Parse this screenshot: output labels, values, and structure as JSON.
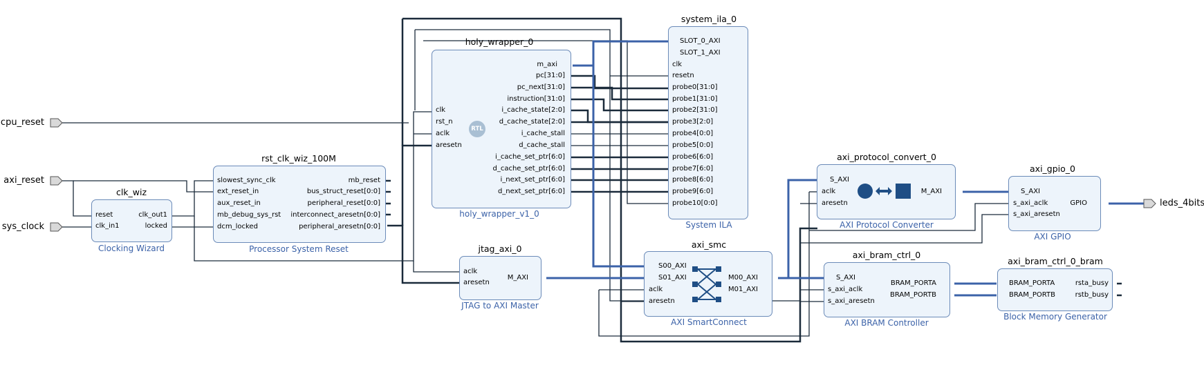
{
  "external_ports": {
    "cpu_reset": "cpu_reset",
    "axi_reset": "axi_reset",
    "sys_clock": "sys_clock",
    "leds_4bits": "leds_4bits"
  },
  "blocks": {
    "clk_wiz": {
      "name": "clk_wiz",
      "type": "Clocking Wizard",
      "in": [
        "reset",
        "clk_in1"
      ],
      "out": [
        "clk_out1",
        "locked"
      ]
    },
    "rst": {
      "name": "rst_clk_wiz_100M",
      "type": "Processor System Reset",
      "in": [
        "slowest_sync_clk",
        "ext_reset_in",
        "aux_reset_in",
        "mb_debug_sys_rst",
        "dcm_locked"
      ],
      "out": [
        "mb_reset",
        "bus_struct_reset[0:0]",
        "peripheral_reset[0:0]",
        "interconnect_aresetn[0:0]",
        "peripheral_aresetn[0:0]"
      ]
    },
    "holy": {
      "name": "holy_wrapper_0",
      "type": "holy_wrapper_v1_0",
      "badge": "RTL",
      "in": [
        "clk",
        "rst_n",
        "aclk",
        "aresetn"
      ],
      "out": [
        "m_axi",
        "pc[31:0]",
        "pc_next[31:0]",
        "instruction[31:0]",
        "i_cache_state[2:0]",
        "d_cache_state[2:0]",
        "i_cache_stall",
        "d_cache_stall",
        "i_cache_set_ptr[6:0]",
        "d_cache_set_ptr[6:0]",
        "i_next_set_ptr[6:0]",
        "d_next_set_ptr[6:0]"
      ]
    },
    "jtag": {
      "name": "jtag_axi_0",
      "type": "JTAG to AXI Master",
      "in": [
        "aclk",
        "aresetn"
      ],
      "out": [
        "M_AXI"
      ]
    },
    "ila": {
      "name": "system_ila_0",
      "type": "System ILA",
      "in": [
        "SLOT_0_AXI",
        "SLOT_1_AXI",
        "clk",
        "resetn",
        "probe0[31:0]",
        "probe1[31:0]",
        "probe2[31:0]",
        "probe3[2:0]",
        "probe4[0:0]",
        "probe5[0:0]",
        "probe6[6:0]",
        "probe7[6:0]",
        "probe8[6:0]",
        "probe9[6:0]",
        "probe10[0:0]"
      ]
    },
    "smc": {
      "name": "axi_smc",
      "type": "AXI SmartConnect",
      "in": [
        "S00_AXI",
        "S01_AXI",
        "aclk",
        "aresetn"
      ],
      "out": [
        "M00_AXI",
        "M01_AXI"
      ]
    },
    "pconv": {
      "name": "axi_protocol_convert_0",
      "type": "AXI Protocol Converter",
      "in": [
        "S_AXI",
        "aclk",
        "aresetn"
      ],
      "out": [
        "M_AXI"
      ]
    },
    "gpio": {
      "name": "axi_gpio_0",
      "type": "AXI GPIO",
      "in": [
        "S_AXI",
        "s_axi_aclk",
        "s_axi_aresetn"
      ],
      "out": [
        "GPIO"
      ]
    },
    "bramctrl": {
      "name": "axi_bram_ctrl_0",
      "type": "AXI BRAM Controller",
      "in": [
        "S_AXI",
        "s_axi_aclk",
        "s_axi_aresetn"
      ],
      "out": [
        "BRAM_PORTA",
        "BRAM_PORTB"
      ]
    },
    "bram": {
      "name": "axi_bram_ctrl_0_bram",
      "type": "Block Memory Generator",
      "in": [
        "BRAM_PORTA",
        "BRAM_PORTB"
      ],
      "out": [
        "rsta_busy",
        "rstb_busy"
      ]
    }
  },
  "colors": {
    "block_fill": "#edf4fb",
    "block_border": "#6a8ab8",
    "bus": "#3b62a8",
    "wire": "#1a2a3a",
    "subtitle": "#3b62a8"
  }
}
